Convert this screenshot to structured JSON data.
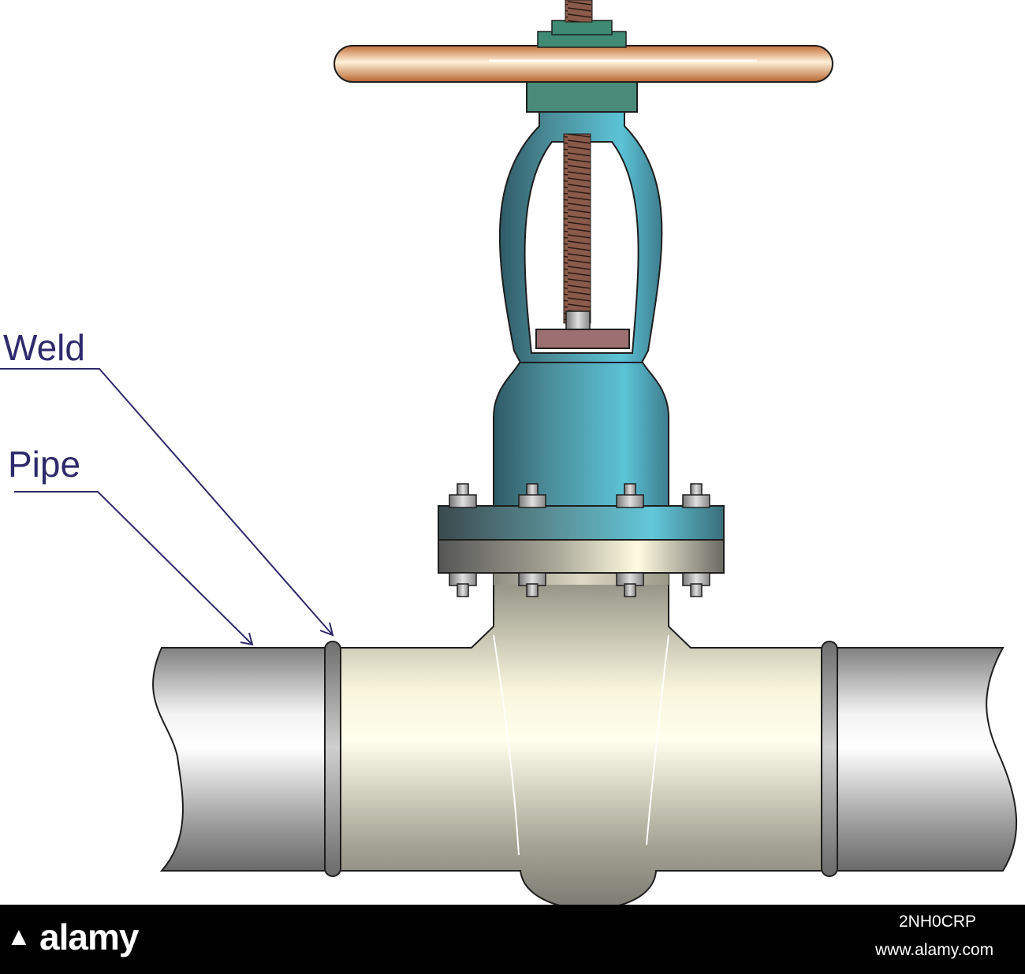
{
  "labels": {
    "weld": "Weld",
    "pipe": "Pipe"
  },
  "colors": {
    "label_text": "#2e2a6b",
    "leader_line": "#2e2a6b",
    "pipe_metal": "#c8c8c8",
    "valve_body": "#e8e6cc",
    "bonnet": "#4fa9b4",
    "handwheel": "#d98a50",
    "stem_thread": "#8a5a4a",
    "gland_nut": "#3f8a73",
    "outline": "#1e1e1e"
  },
  "watermark": {
    "brand": "alamy",
    "image_id": "2NH0CRP",
    "url": "www.alamy.com"
  }
}
